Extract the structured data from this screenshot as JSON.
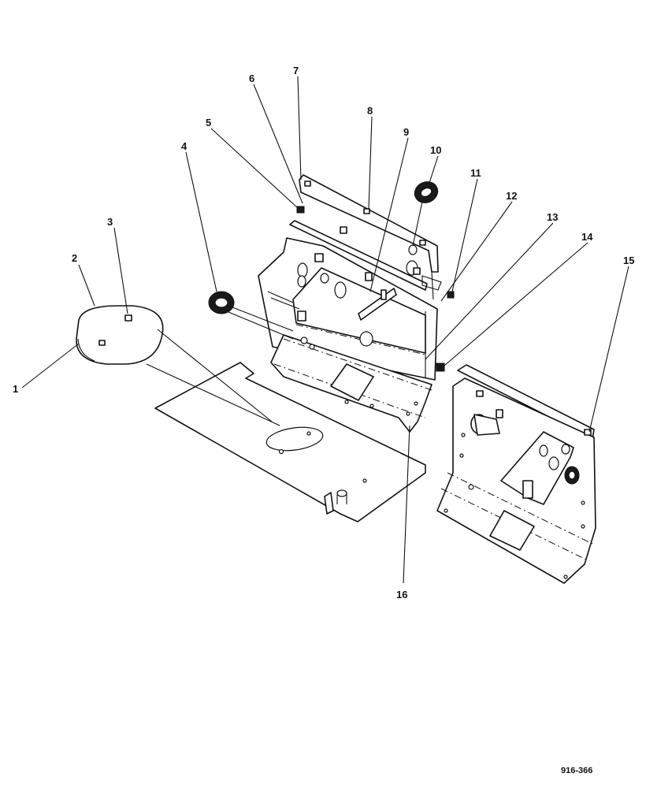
{
  "diagram": {
    "drawing_number": "916-366",
    "callouts": [
      "1",
      "2",
      "3",
      "4",
      "5",
      "6",
      "7",
      "8",
      "9",
      "10",
      "11",
      "12",
      "13",
      "14",
      "15",
      "16"
    ]
  }
}
